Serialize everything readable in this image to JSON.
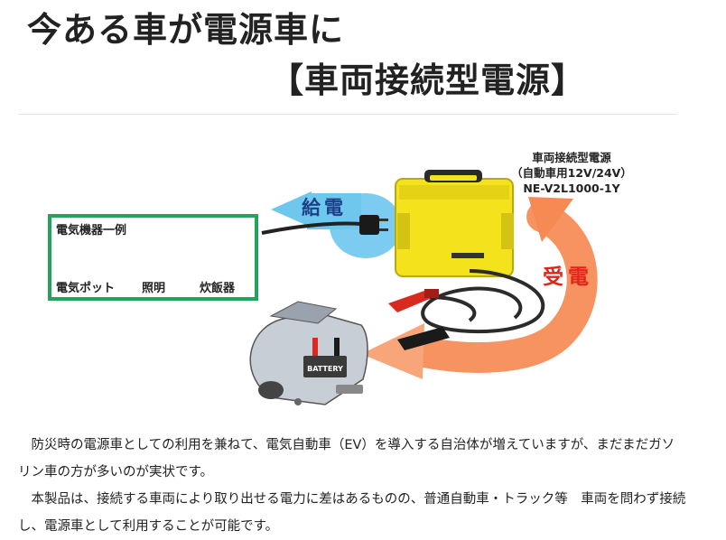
{
  "header": {
    "title_line1": "今ある車が電源車に",
    "title_line2": "【車両接続型電源】"
  },
  "illustration": {
    "product_label": {
      "name": "車両接続型電源",
      "spec": "（自動車用12V/24V）",
      "model": "NE-V2L1000-1Y"
    },
    "supply_label": "給電",
    "receive_label": "受電",
    "appliance_box": {
      "title": "電気機器一例",
      "items": [
        {
          "label": "電気ポット",
          "icon": "electric-pot-icon"
        },
        {
          "label": "照明",
          "icon": "pendant-light-icon"
        },
        {
          "label": "炊飯器",
          "icon": "rice-cooker-icon"
        }
      ]
    },
    "battery_label": "BATTERY",
    "colors": {
      "box_border": "#22a45a",
      "supply_arrow": "#6ec8ee",
      "receive_arrow": "#f07a46",
      "product_body": "#f3e21c",
      "supply_text": "#1d3f8a",
      "receive_text": "#e2241a"
    }
  },
  "body": {
    "paragraph1": "防災時の電源車としての利用を兼ねて、電気自動車（EV）を導入する自治体が増えていますが、まだまだガソリン車の方が多いのが実状です。",
    "paragraph2": "本製品は、接続する車両により取り出せる電力に差はあるものの、普通自動車・トラック等　車両を問わず接続し、電源車として利用することが可能です。"
  }
}
